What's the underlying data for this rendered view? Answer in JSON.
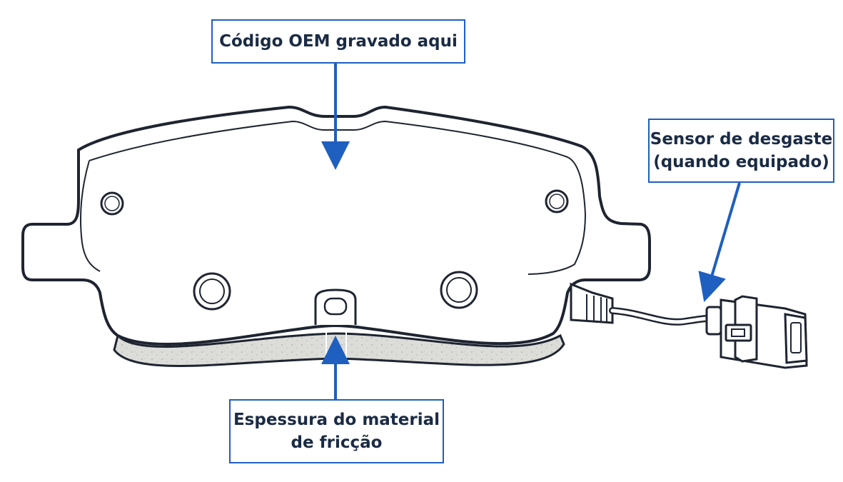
{
  "callouts": {
    "oem_code": {
      "lines": [
        "Código OEM gravado aqui"
      ]
    },
    "wear_sensor": {
      "lines": [
        "Sensor de desgaste",
        "(quando equipado)"
      ]
    },
    "friction_thickness": {
      "lines": [
        "Espessura do material",
        "de fricção"
      ]
    }
  },
  "colors": {
    "accent": "#1f5fbf",
    "label_text": "#1b2b44",
    "outline": "#1e2430",
    "friction_material": "#d9d9d6"
  },
  "icons": {
    "arrow": "arrow-pointer-icon",
    "connector": "sensor-connector-icon"
  }
}
